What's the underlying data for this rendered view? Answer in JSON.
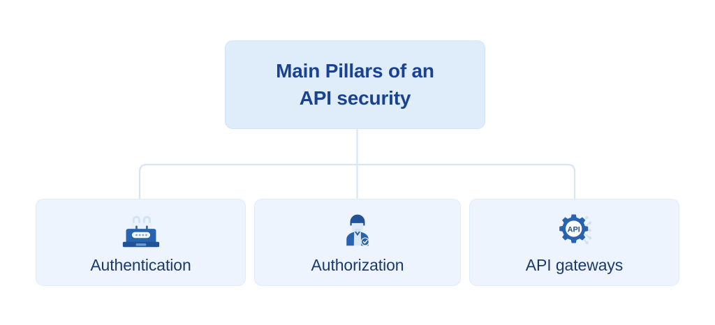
{
  "diagram": {
    "type": "org-chart",
    "background_color": "#ffffff",
    "connector_color": "#d6e6f5",
    "root": {
      "title": "Main Pillars of an\nAPI security",
      "title_line_1": "Main Pillars of an",
      "title_line_2": "API security",
      "fill_color": "#dfecfa",
      "text_color": "#1a4294"
    },
    "children": [
      {
        "label": "Authentication",
        "icon": "lock-terminal-icon",
        "fill_color": "#eef4fe",
        "text_color": "#1a3a6b"
      },
      {
        "label": "Authorization",
        "icon": "user-check-badge-icon",
        "fill_color": "#eef4fe",
        "text_color": "#1a3a6b"
      },
      {
        "label": "API gateways",
        "icon": "gear-api-circuit-icon",
        "icon_text": "API",
        "fill_color": "#eef4fe",
        "text_color": "#1a3a6b"
      }
    ]
  }
}
